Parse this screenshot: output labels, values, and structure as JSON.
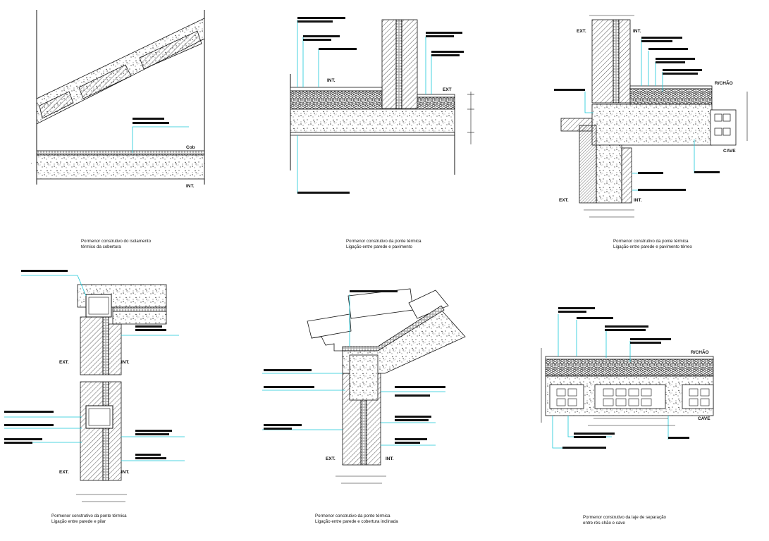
{
  "colors": {
    "line": "#111111",
    "leader": "#18c8d8",
    "concrete_dot": "#222222",
    "background": "#ffffff"
  },
  "details": [
    {
      "caption_line1": "Pormenor construtivo do isolamento",
      "caption_line2": "térmico da cobertura",
      "labels": {
        "cob": "Cob",
        "int": "INT."
      }
    },
    {
      "caption_line1": "Pormenor construtivo da ponte térmica",
      "caption_line2": "Ligação entre parede e pavimento",
      "labels": {
        "int": "INT.",
        "ext": "EXT"
      }
    },
    {
      "caption_line1": "Pormenor construtivo da ponte térmica",
      "caption_line2": "Ligação entre parede e pavimento térreo",
      "labels": {
        "ext_top": "EXT.",
        "int_top": "INT.",
        "rchao": "R/CHÃO",
        "cave": "CAVE",
        "ext_bottom": "EXT.",
        "int_bottom": "INT."
      }
    },
    {
      "caption_line1": "Pormenor construtivo da ponte térmica",
      "caption_line2": "Ligação entre parede e pilar",
      "labels": {
        "ext_top": "EXT.",
        "int_top": "INT.",
        "ext_bottom": "EXT.",
        "int_bottom": "INT."
      }
    },
    {
      "caption_line1": "Pormenor construtivo da ponte térmica",
      "caption_line2": "Ligação entre parede e cobertura inclinada",
      "labels": {
        "ext": "EXT.",
        "int": "INT."
      }
    },
    {
      "caption_line1": "Pormenor construtivo da laje de separação",
      "caption_line2": "entre rés-chão e cave",
      "labels": {
        "rchao": "R/CHÃO",
        "cave": "CAVE"
      }
    }
  ]
}
